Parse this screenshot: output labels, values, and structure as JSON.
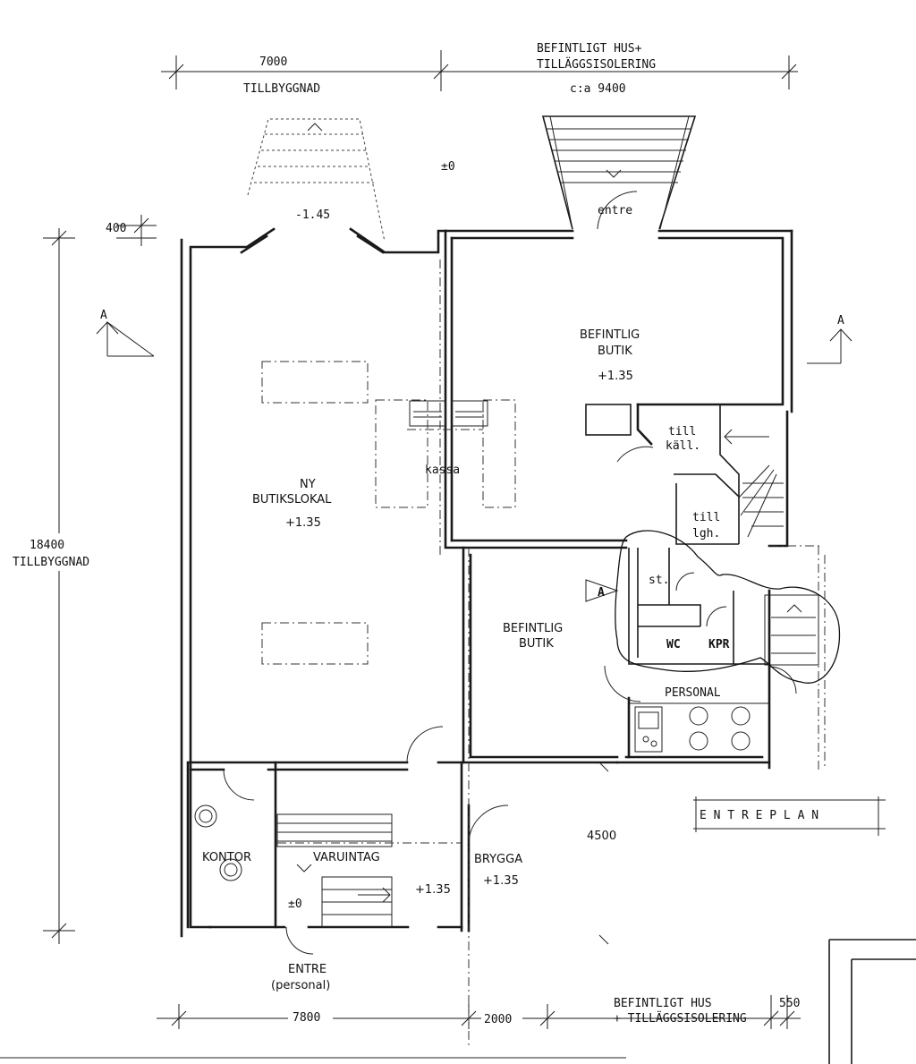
{
  "dimensions": {
    "top_left_value": "7000",
    "top_left_label": "TILLBYGGNAD",
    "top_right_label_1": "BEFINTLIGT HUS+",
    "top_right_label_2": "TILLÄGGSISOLERING",
    "top_right_value": "c:a 9400",
    "left_offset": "400",
    "left_value": "18400",
    "left_label": "TILLBYGGNAD",
    "bottom_left_value": "7800",
    "bottom_mid_value": "2000",
    "bottom_right_label_1": "BEFINTLIGT HUS",
    "bottom_right_label_2": "+ TILLÄGGSISOLERING",
    "bottom_right_value": "550",
    "courtyard_value": "4500"
  },
  "levels": {
    "ground_top": "±0",
    "stair_top": "-1.45",
    "ground_bottom": "±0"
  },
  "rooms": {
    "new_shop_1": "NY",
    "new_shop_2": "BUTIKSLOKAL",
    "new_shop_level": "+1.35",
    "existing_shop_top_1": "BEFINTLIG",
    "existing_shop_top_2": "BUTIK",
    "existing_shop_top_level": "+1.35",
    "existing_shop_bottom_1": "BEFINTLIG",
    "existing_shop_bottom_2": "BUTIK",
    "kassa": "kassa",
    "till_kall_1": "till",
    "till_kall_2": "käll.",
    "till_lgh_1": "till",
    "till_lgh_2": "lgh.",
    "storage": "st.",
    "wc": "WC",
    "kpr": "KPR",
    "personal": "PERSONAL",
    "kontor": "KONTOR",
    "varuintag": "VARUINTAG",
    "varuintag_level": "+1.35",
    "brygga": "BRYGGA",
    "brygga_level": "+1.35"
  },
  "entrances": {
    "main": "entre",
    "staff_1": "ENTRE",
    "staff_2": "(personal)"
  },
  "section_marks": {
    "left": "A",
    "right": "A",
    "inner": "A"
  },
  "plan_title": "E N T R E P L A N"
}
